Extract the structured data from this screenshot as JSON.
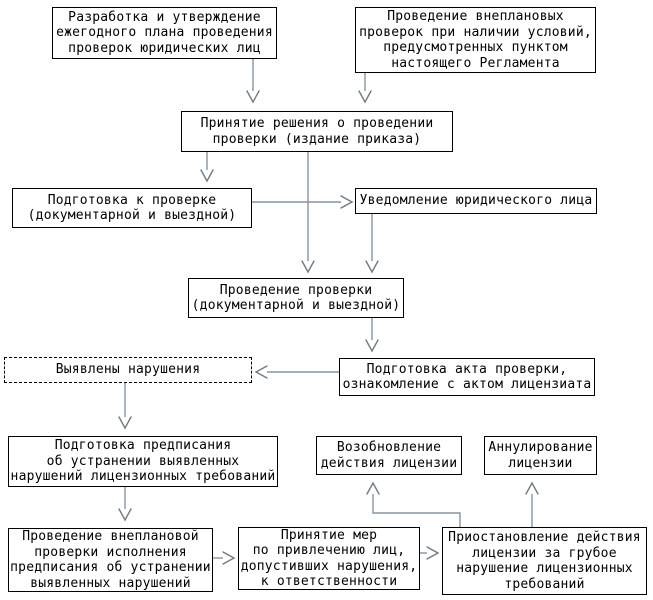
{
  "flowchart": {
    "nodes": [
      {
        "id": "plan-development",
        "label": "Разработка и утверждение\nежегодного плана проведения\nпроверок юридических лиц",
        "border": "solid"
      },
      {
        "id": "unscheduled-inspections",
        "label": "Проведение внеплановых\nпроверок при наличии условий,\nпредусмотренных пунктом\nнастоящего Регламента",
        "border": "solid"
      },
      {
        "id": "inspection-decision",
        "label": "Принятие решения о проведении\nпроверки (издание приказа)",
        "border": "solid"
      },
      {
        "id": "inspection-preparation",
        "label": "Подготовка к проверке\n(документарной и выездной)",
        "border": "solid"
      },
      {
        "id": "legal-entity-notification",
        "label": "Уведомление юридического лица",
        "border": "solid"
      },
      {
        "id": "inspection-execution",
        "label": "Проведение проверки\n(документарной и выездной)",
        "border": "solid"
      },
      {
        "id": "inspection-act",
        "label": "Подготовка акта проверки,\nознакомление с актом лицензиата",
        "border": "solid"
      },
      {
        "id": "violations-found",
        "label": "Выявлены нарушения",
        "border": "dashed"
      },
      {
        "id": "directive-preparation",
        "label": "Подготовка предписания\nоб устранении выявленных\nнарушений лицензионных требований",
        "border": "solid"
      },
      {
        "id": "license-resumption",
        "label": "Возобновление\nдействия лицензии",
        "border": "solid"
      },
      {
        "id": "license-annulment",
        "label": "Аннулирование\nлицензии",
        "border": "solid"
      },
      {
        "id": "unscheduled-followup-inspection",
        "label": "Проведение внеплановой\nпроверки исполнения\nпредписания об устранении\nвыявленных нарушений",
        "border": "solid"
      },
      {
        "id": "accountability-measures",
        "label": "Принятие мер\nпо привлечению лиц,\nдопустивших нарушения,\nк ответственности",
        "border": "solid"
      },
      {
        "id": "license-suspension",
        "label": "Приостановление действия\nлицензии за грубое\nнарушение лицензионных\nтребований",
        "border": "solid"
      }
    ]
  },
  "colors": {
    "background": "#ffffff",
    "box_border": "#000000",
    "text": "#000000",
    "connector": "#8494a2",
    "arrowhead": "#6f7a83"
  }
}
